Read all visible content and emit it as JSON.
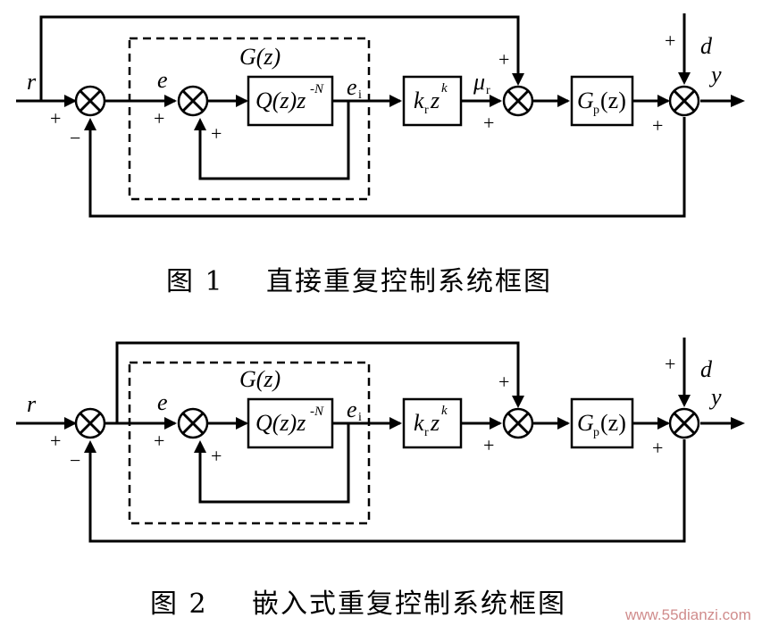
{
  "figure1": {
    "caption_num": "图 1",
    "caption_text": "直接重复控制系统框图",
    "r": "r",
    "e": "e",
    "ei": "e",
    "ei_sub": "i",
    "g_label": "G(z)",
    "block_q": "Q(z)z",
    "block_q_sup": "-N",
    "block_k": "k",
    "block_k_sub": "r",
    "block_k_z": "z",
    "block_k_sup": "k",
    "mu": "μ",
    "mu_sub": "r",
    "block_gp": "G",
    "block_gp_sub": "p",
    "block_gp_tail": "(z)",
    "d": "d",
    "y": "y",
    "plus": "+",
    "minus": "−"
  },
  "figure2": {
    "caption_num": "图 2",
    "caption_text": "嵌入式重复控制系统框图",
    "r": "r",
    "e": "e",
    "ei": "e",
    "ei_sub": "i",
    "g_label": "G(z)",
    "block_q": "Q(z)z",
    "block_q_sup": "-N",
    "block_k": "k",
    "block_k_sub": "r",
    "block_k_z": "z",
    "block_k_sup": "k",
    "block_gp": "G",
    "block_gp_sub": "p",
    "block_gp_tail": "(z)",
    "d": "d",
    "y": "y",
    "plus": "+",
    "minus": "−"
  },
  "watermark": "www.55dianzi.com"
}
